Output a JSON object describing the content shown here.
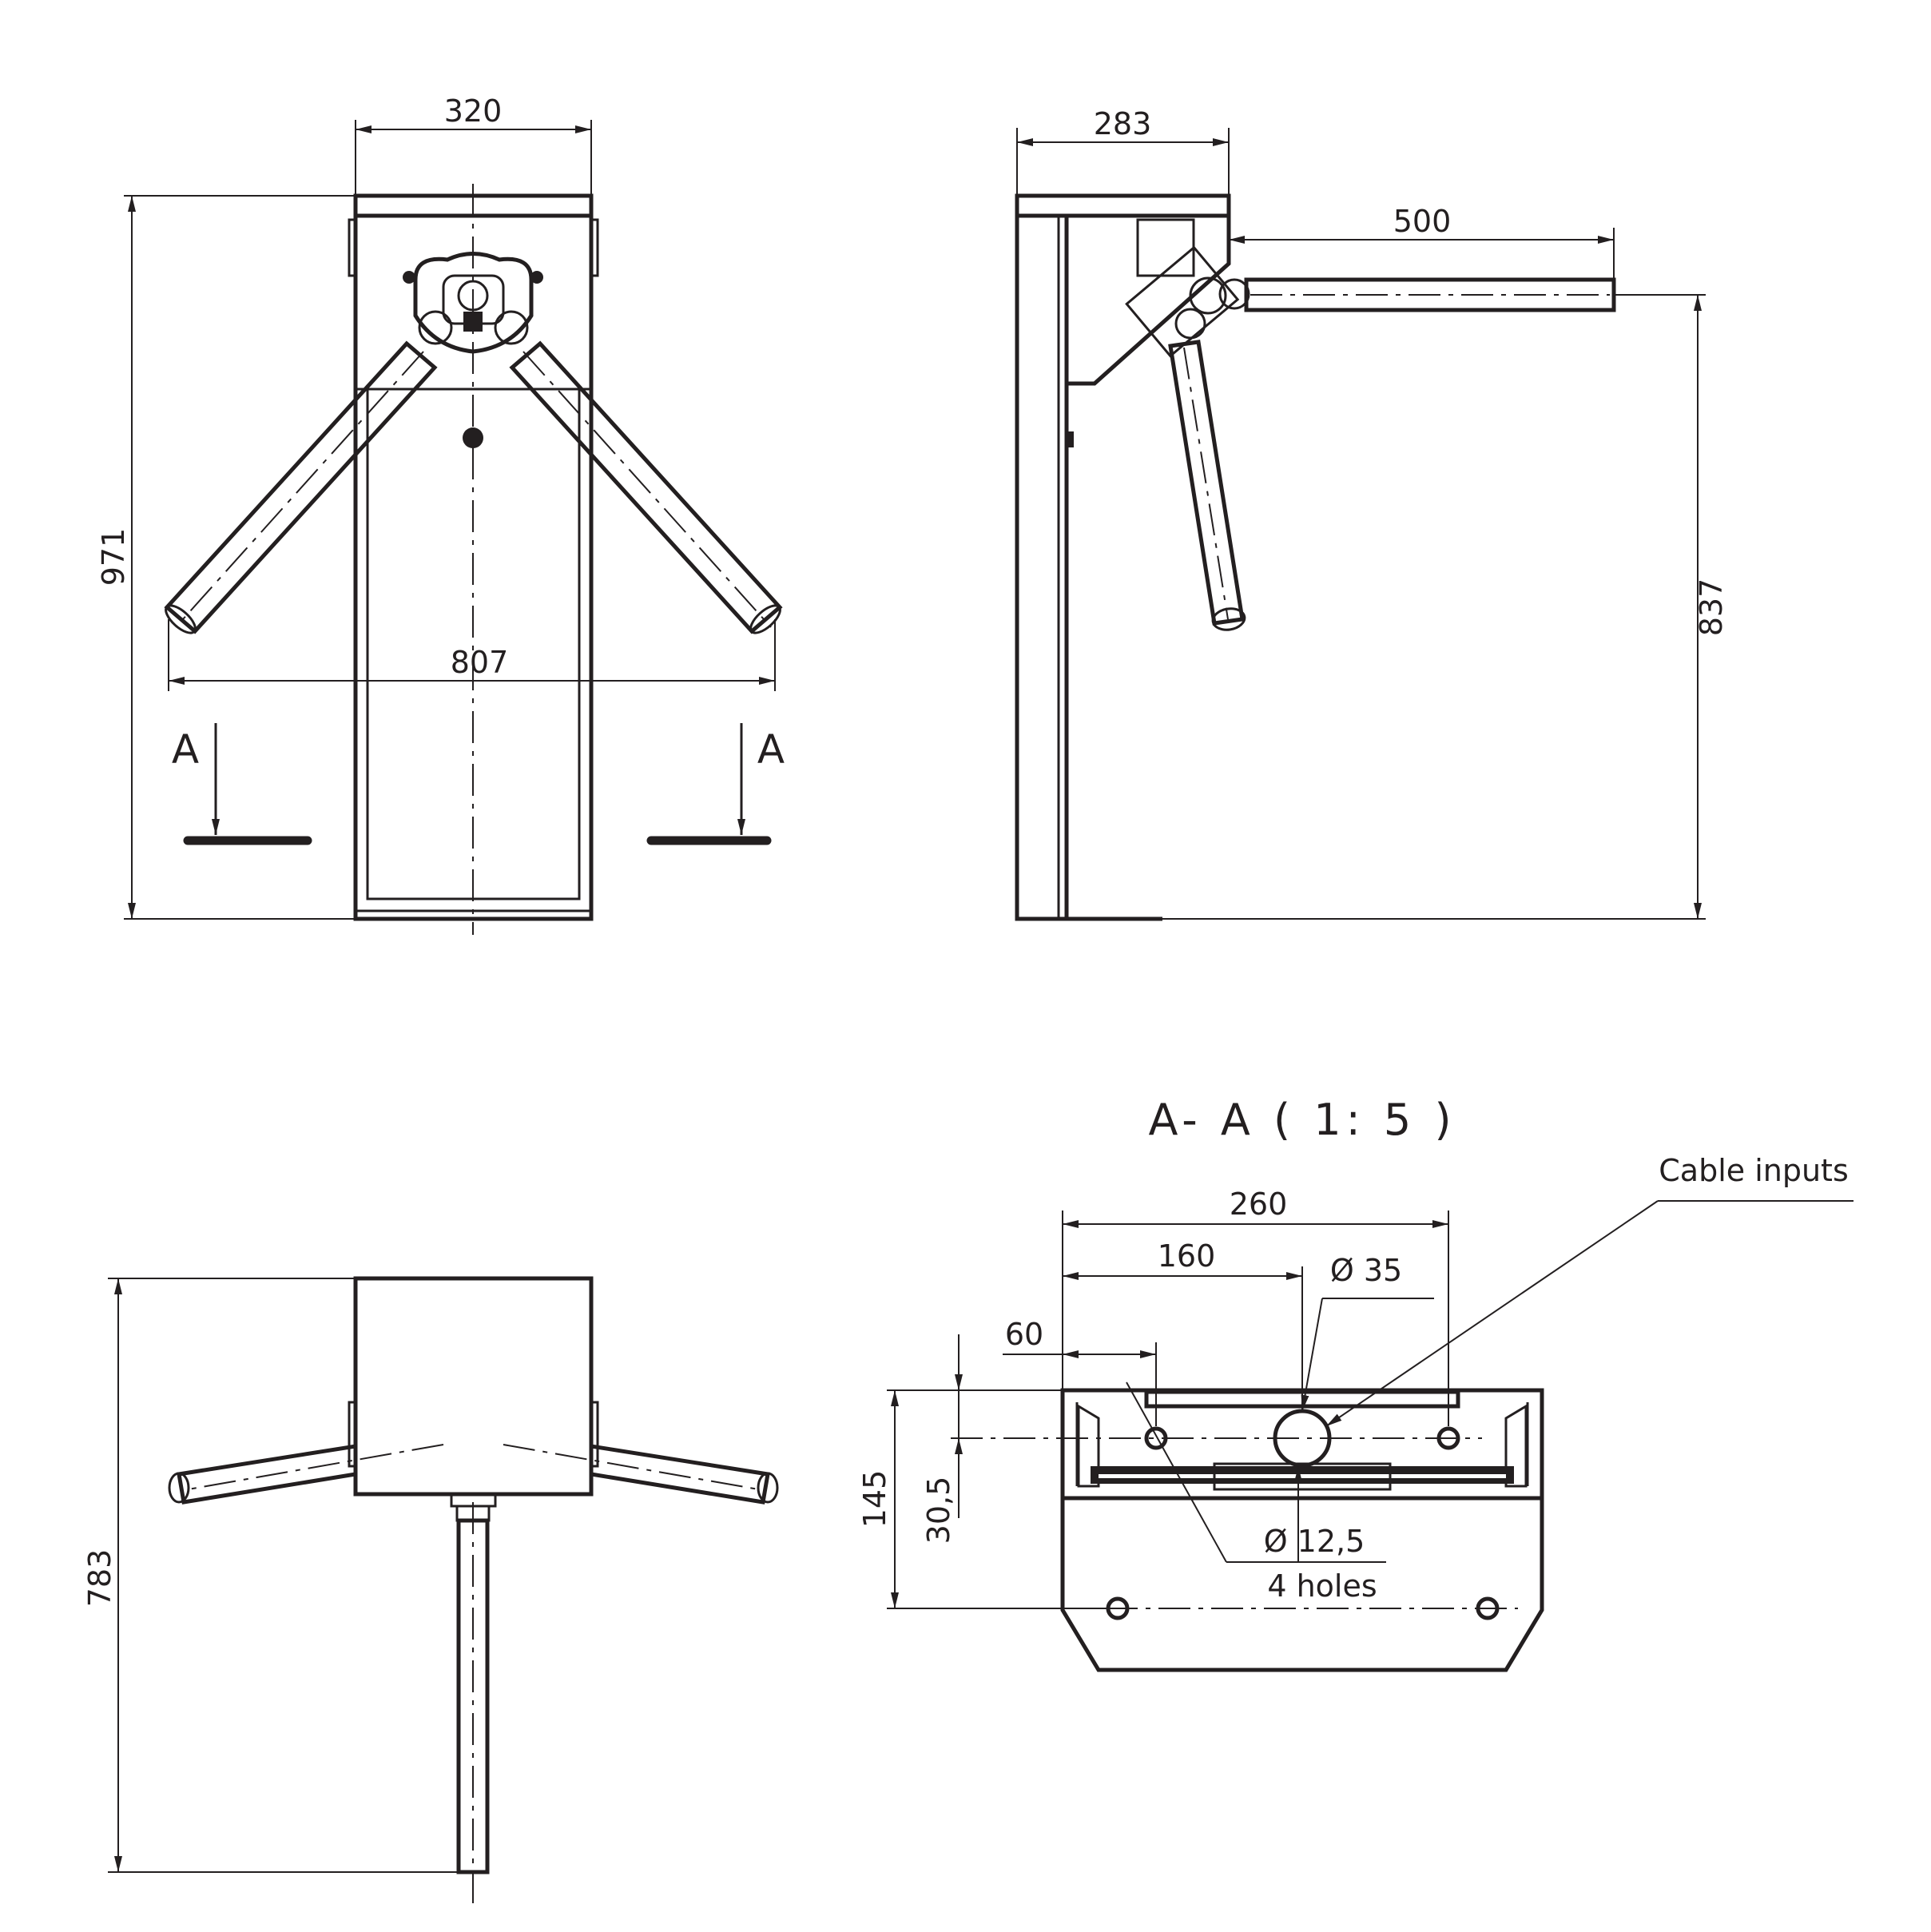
{
  "front_view": {
    "width_dim": "320",
    "height_dim": "971",
    "arms_span_dim": "807",
    "section_label_left": "A",
    "section_label_right": "A"
  },
  "side_view": {
    "depth_dim": "283",
    "arm_length_dim": "500",
    "arm_height_dim": "837"
  },
  "top_view": {
    "length_dim": "783"
  },
  "section_view": {
    "title": "A- A ( 1: 5 )",
    "cable_inputs_label": "Cable inputs",
    "width_260": "260",
    "width_160": "160",
    "width_60": "60",
    "diameter_35": "Ø 35",
    "height_145": "145",
    "height_30_5": "30,5",
    "diameter_12_5": "Ø 12,5",
    "holes_count": "4 holes"
  }
}
